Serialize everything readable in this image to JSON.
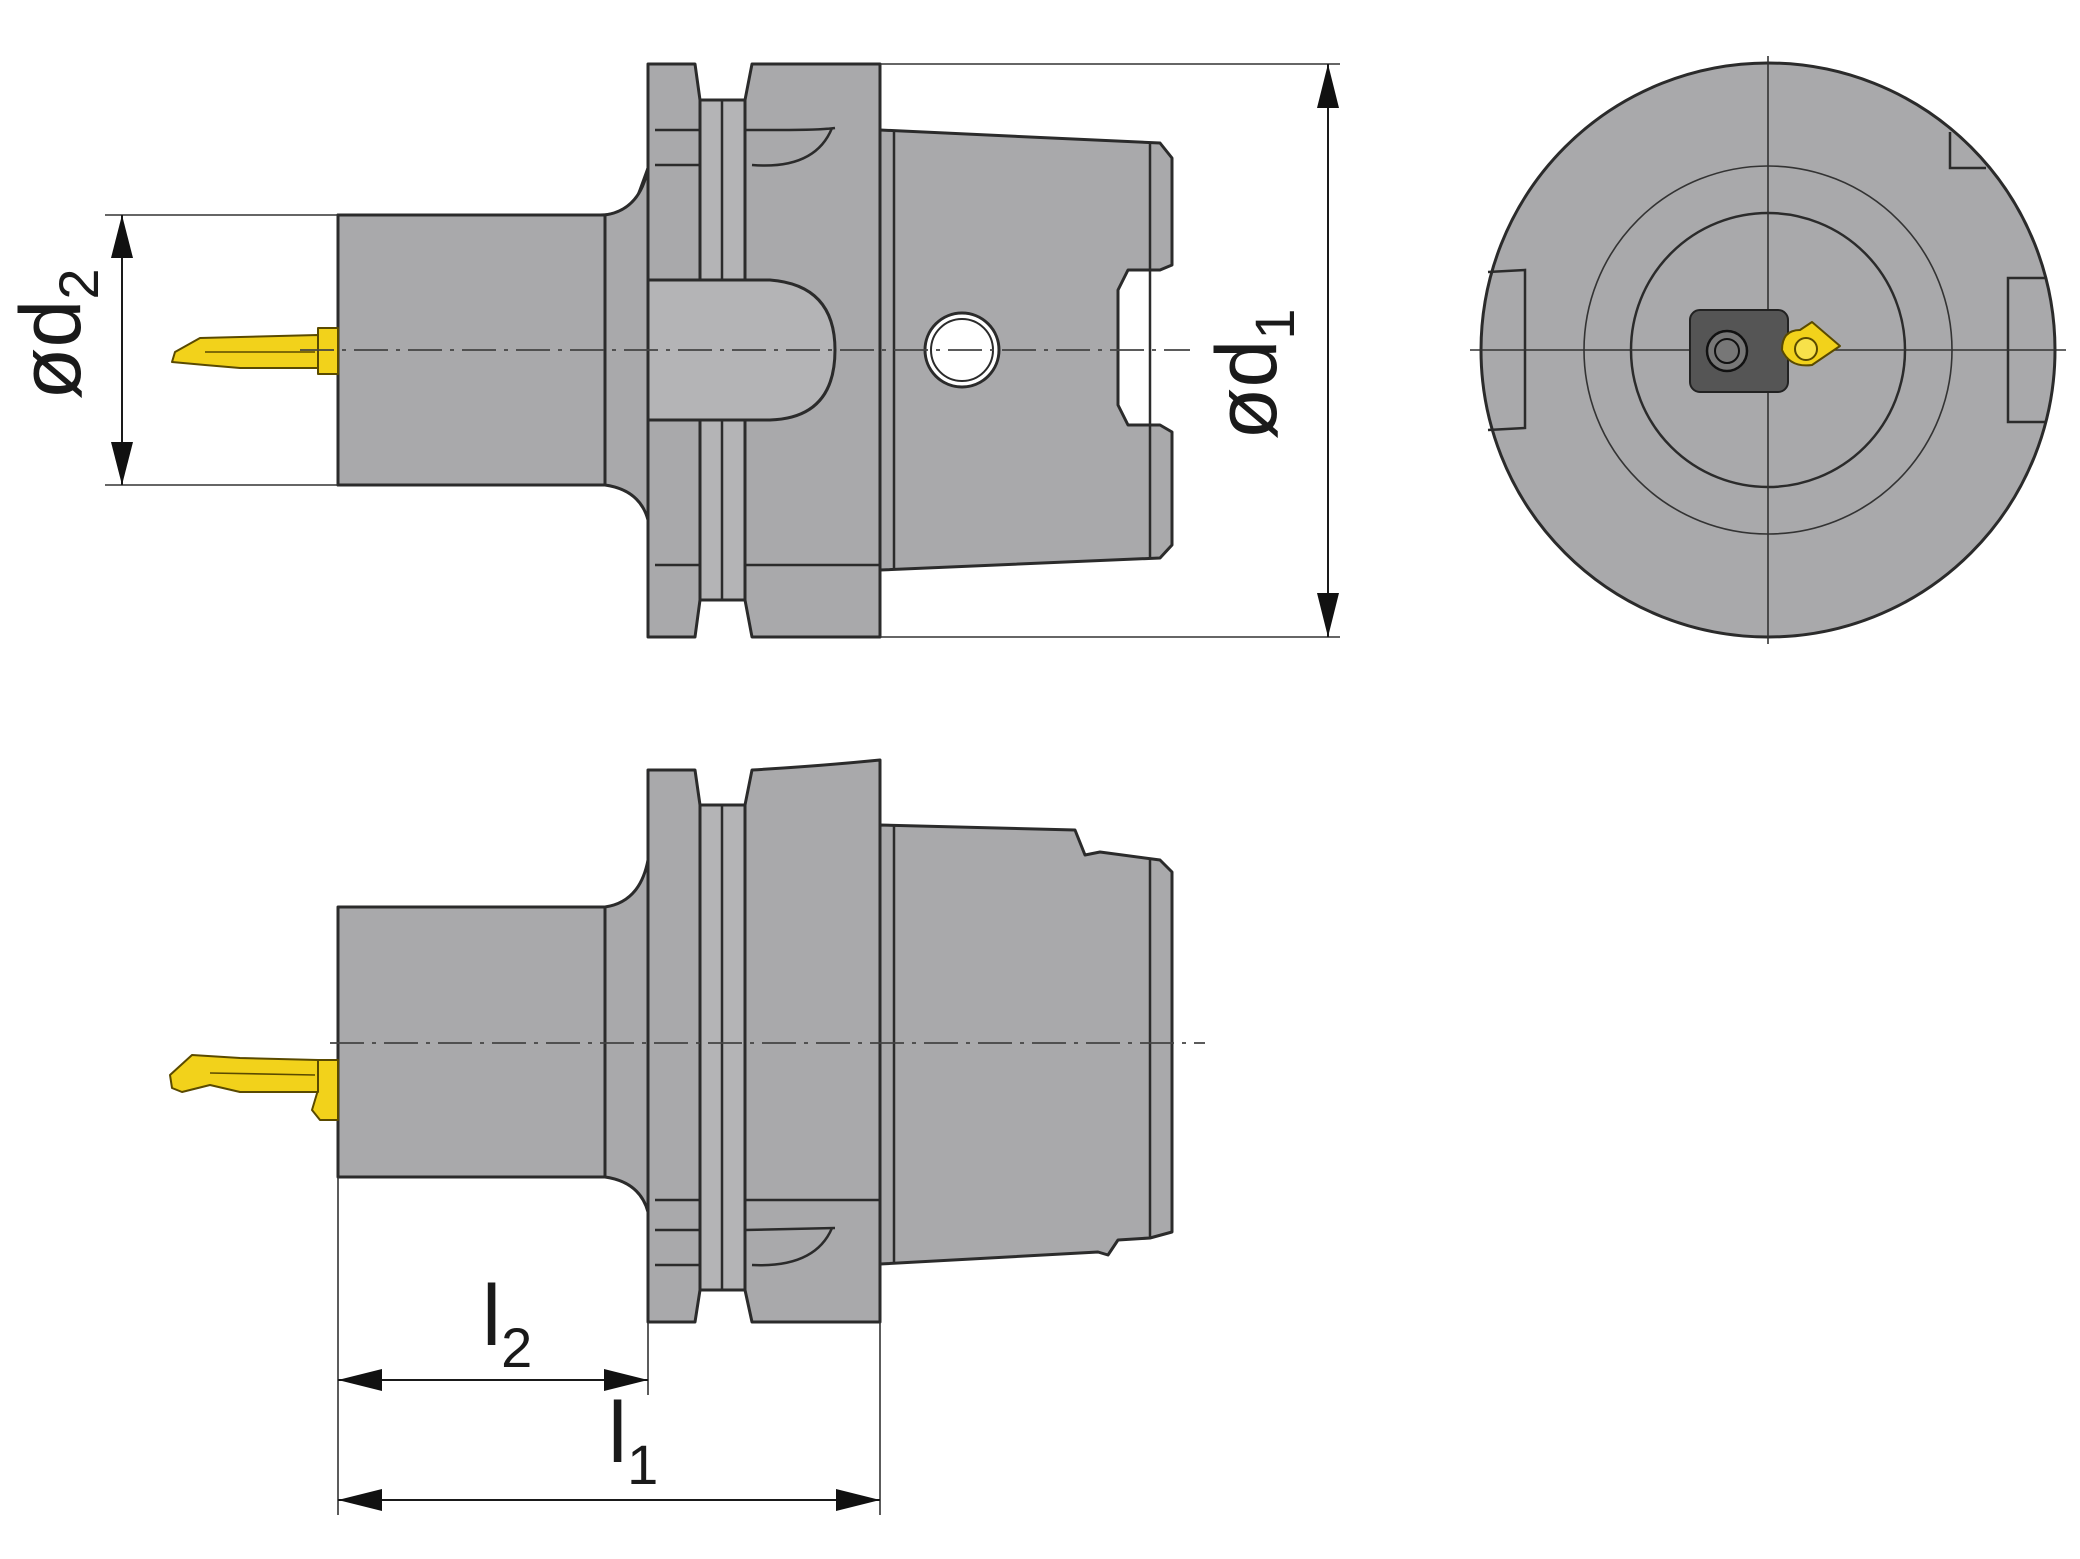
{
  "labels": {
    "d1": {
      "main": "ød",
      "sub": "1"
    },
    "d2": {
      "main": "ød",
      "sub": "2"
    },
    "l1": {
      "main": "l",
      "sub": "1"
    },
    "l2": {
      "main": "l",
      "sub": "2"
    }
  },
  "colors": {
    "body": "#a9a9ab",
    "insert": "#f2d21b",
    "outline": "#2b2b2b",
    "background": "#ffffff"
  },
  "views": [
    "side-view-top",
    "side-view-bottom",
    "front-view"
  ]
}
